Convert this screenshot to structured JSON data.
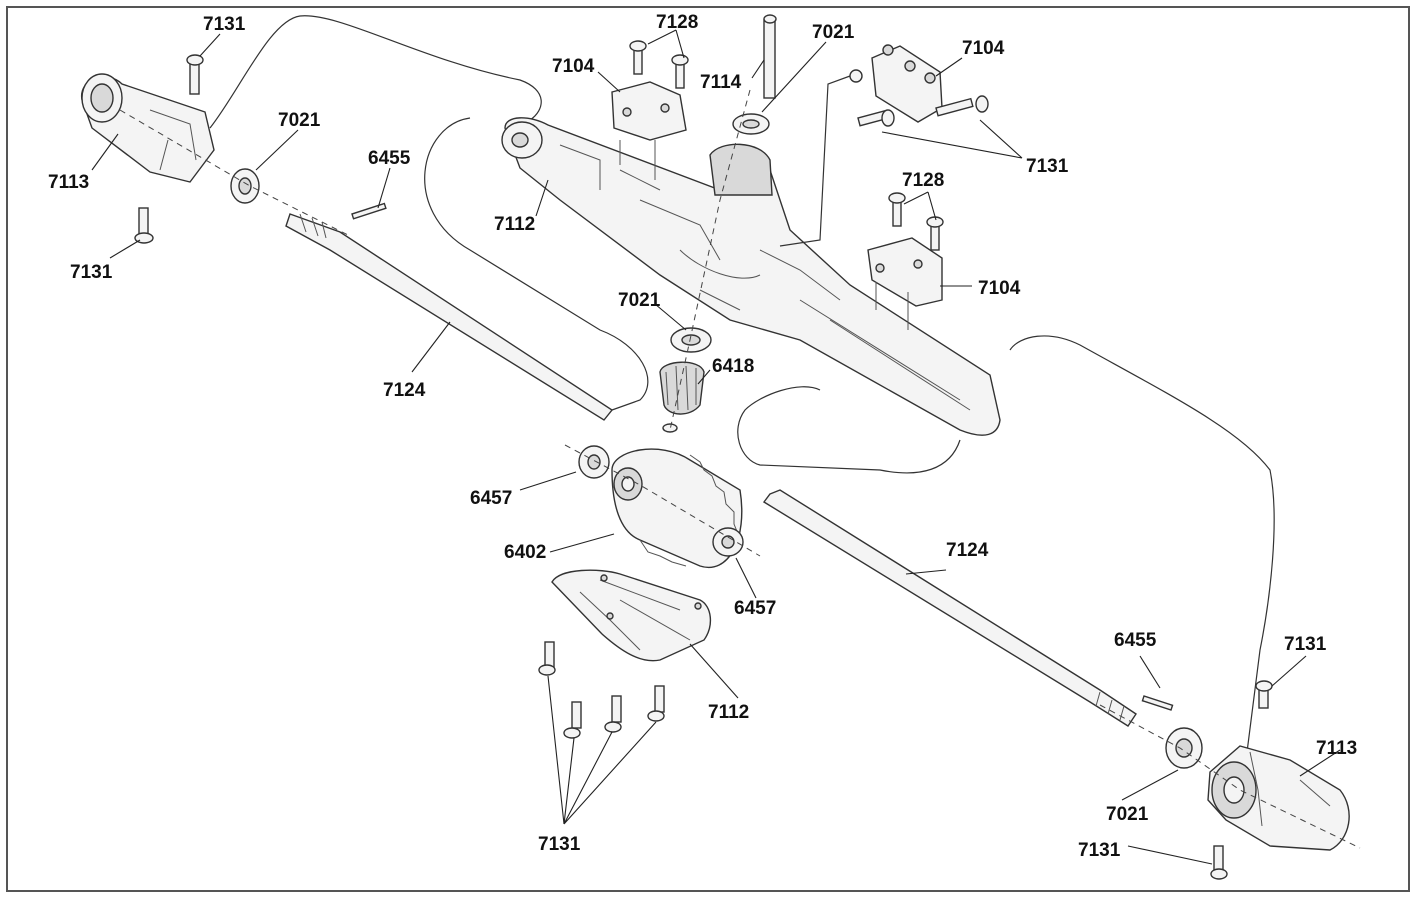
{
  "diagram": {
    "labels": {
      "l1": "7131",
      "l2": "7113",
      "l3": "7131",
      "l4": "7021",
      "l5": "6455",
      "l6": "7104",
      "l7": "7128",
      "l8": "7114",
      "l9": "7021",
      "l10": "7104",
      "l11": "7131",
      "l12": "7112",
      "l13": "7128",
      "l14": "7104",
      "l15": "7021",
      "l16": "6418",
      "l17": "7124",
      "l18": "6457",
      "l19": "6402",
      "l20": "6457",
      "l21": "7112",
      "l22": "7124",
      "l23": "6455",
      "l24": "7131",
      "l25": "7113",
      "l26": "7021",
      "l27": "7131",
      "l28": "7131"
    }
  }
}
